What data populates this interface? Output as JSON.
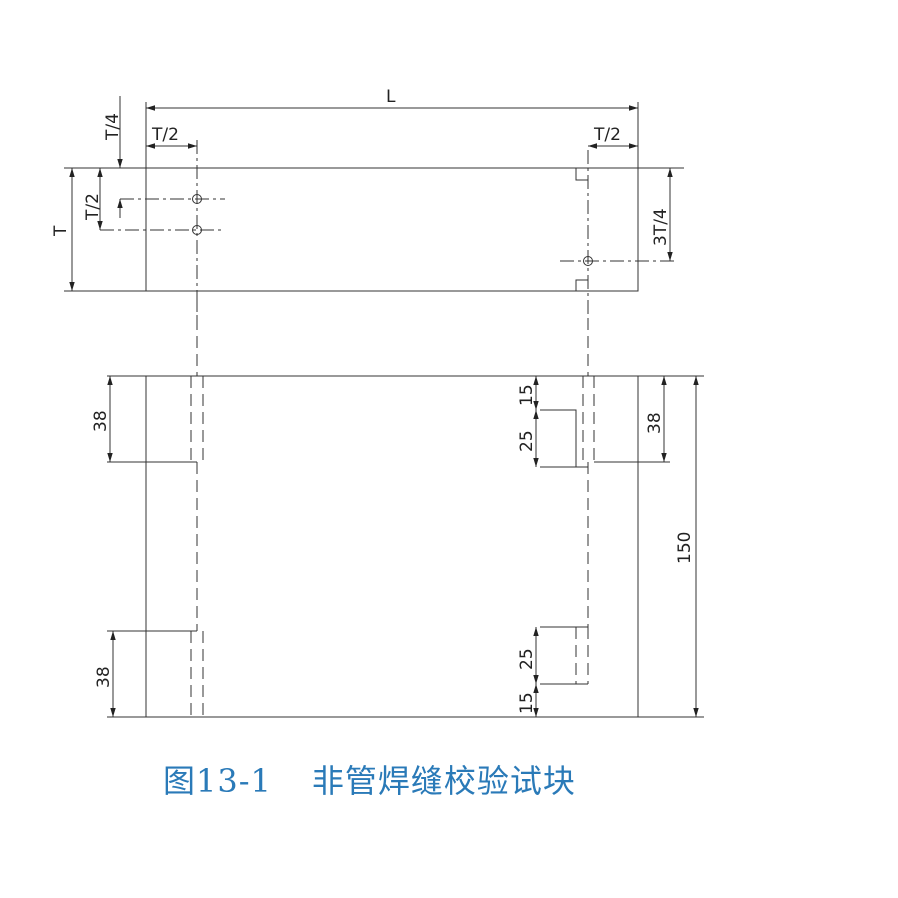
{
  "figure": {
    "caption_number": "图13-1",
    "caption_title": "非管焊缝校验试块"
  },
  "dimensions": {
    "length": "L",
    "thickness": "T",
    "quarter_thickness": "T/4",
    "half_thickness_left": "T/2",
    "half_offset_left": "T/2",
    "half_offset_right": "T/2",
    "three_quarter_thickness": "3T/4",
    "left_top_strip": "38",
    "left_bottom_strip": "38",
    "right_top_strip": "38",
    "height": "150",
    "right_top_gap": "15",
    "right_top_notch": "25",
    "right_bottom_notch": "25",
    "right_bottom_gap": "15"
  },
  "colors": {
    "caption": "#2a7ab8",
    "line": "#333333"
  }
}
